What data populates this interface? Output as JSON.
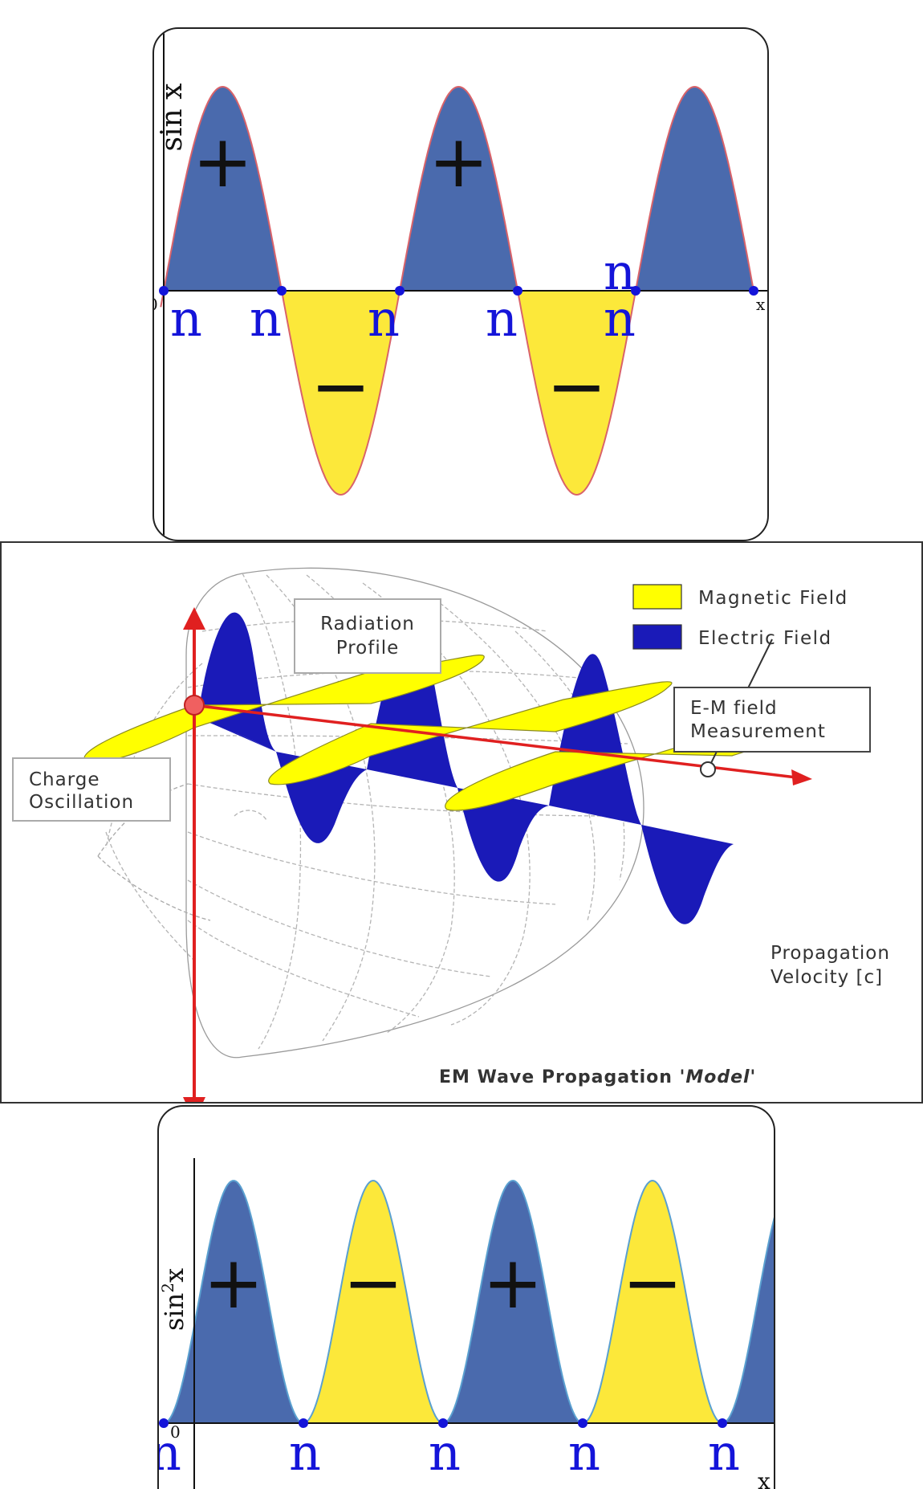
{
  "sin_chart": {
    "ylabel": "sin x",
    "origin_label": "0",
    "x_label": "x",
    "node_label": "n",
    "positive_sign": "+",
    "negative_sign": "−",
    "colors": {
      "positive": "#4a6aad",
      "negative": "#fce83a",
      "curve": "#d9636a",
      "node": "#1414d9"
    }
  },
  "em_diagram": {
    "legend": [
      {
        "label": "Magnetic Field",
        "color": "#ffff00"
      },
      {
        "label": "Electric Field",
        "color": "#1a1ab8"
      }
    ],
    "radiation_profile": [
      "Radiation",
      "Profile"
    ],
    "charge_oscillation": [
      "Charge",
      "Oscillation"
    ],
    "measurement": [
      "E-M field",
      "Measurement"
    ],
    "propagation": [
      "Propagation",
      "Velocity [c]"
    ],
    "caption_prefix": "EM Wave Propagation ",
    "caption_model": "'Model'",
    "colors": {
      "axis": "#e02020",
      "electric": "#1a1ab8",
      "magnetic": "#ffff00"
    }
  },
  "sin2_chart": {
    "ylabel": "sin",
    "ylabel_sup": "2",
    "ylabel_tail": "x",
    "origin_label": "0",
    "x_label": "x",
    "node_label": "n",
    "positive_sign": "+",
    "negative_sign": "−",
    "colors": {
      "positive": "#4a6aad",
      "negative": "#fce83a",
      "curve": "#5aa0d0",
      "node": "#1414d9"
    }
  }
}
